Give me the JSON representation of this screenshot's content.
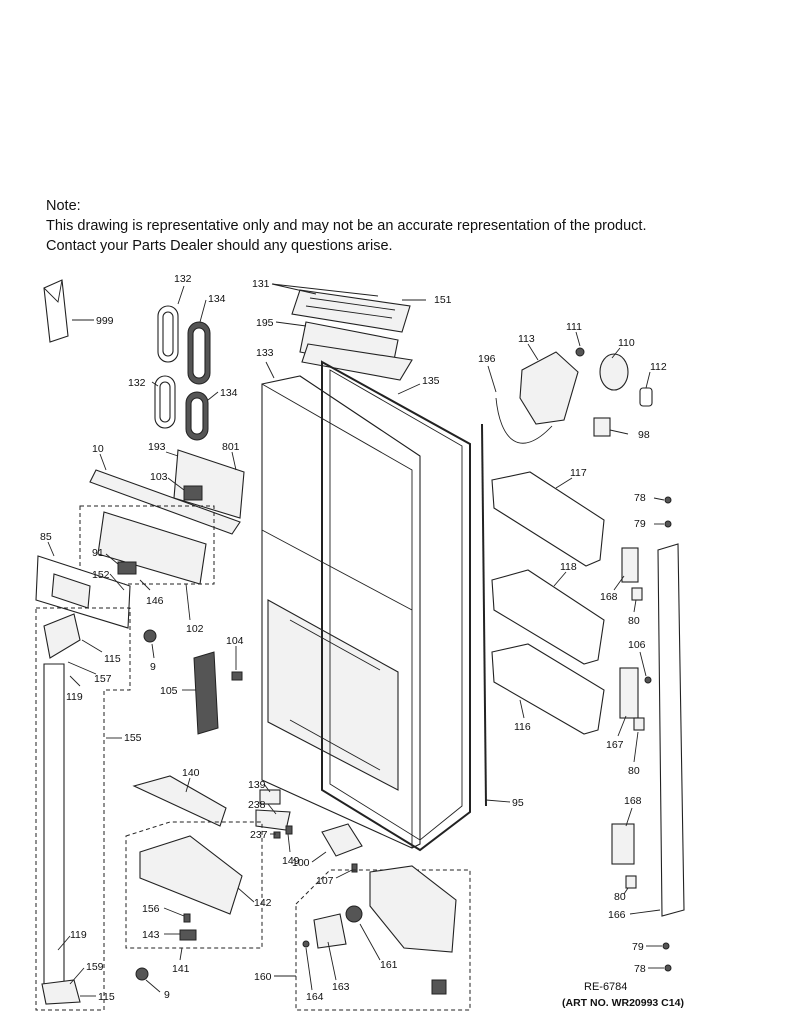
{
  "note": {
    "heading": "Note:",
    "line1": "This drawing is representative only and may not be an accurate representation of the product.",
    "line2": "Contact your Parts Dealer should any questions arise."
  },
  "labels": {
    "p999": "999",
    "p132a": "132",
    "p134a": "134",
    "p132b": "132",
    "p134b": "134",
    "p131": "131",
    "p151": "151",
    "p195": "195",
    "p133": "133",
    "p135": "135",
    "p113": "113",
    "p111": "111",
    "p110": "110",
    "p112": "112",
    "p196": "196",
    "p98": "98",
    "p10": "10",
    "p193": "193",
    "p801": "801",
    "p103": "103",
    "p117": "117",
    "p78a": "78",
    "p79a": "79",
    "p85": "85",
    "p91": "91",
    "p152": "152",
    "p146": "146",
    "p102": "102",
    "p118": "118",
    "p168a": "168",
    "p80a": "80",
    "p106": "106",
    "p115a": "115",
    "p157": "157",
    "p9a": "9",
    "p104": "104",
    "p119a": "119",
    "p105": "105",
    "p116": "116",
    "p167": "167",
    "p80b": "80",
    "p155": "155",
    "p140": "140",
    "p139": "139",
    "p238": "238",
    "p237": "237",
    "p149": "149",
    "p95": "95",
    "p168b": "168",
    "p100": "100",
    "p107": "107",
    "p80c": "80",
    "p142": "142",
    "p156": "156",
    "p143": "143",
    "p166": "166",
    "p119b": "119",
    "p141": "141",
    "p161": "161",
    "p79b": "79",
    "p78b": "78",
    "p159": "159",
    "p160": "160",
    "p163": "163",
    "p164": "164",
    "p115b": "115",
    "p9b": "9"
  },
  "footer": {
    "ref": "RE-6784",
    "art": "(ART NO. WR20993 C14)"
  }
}
